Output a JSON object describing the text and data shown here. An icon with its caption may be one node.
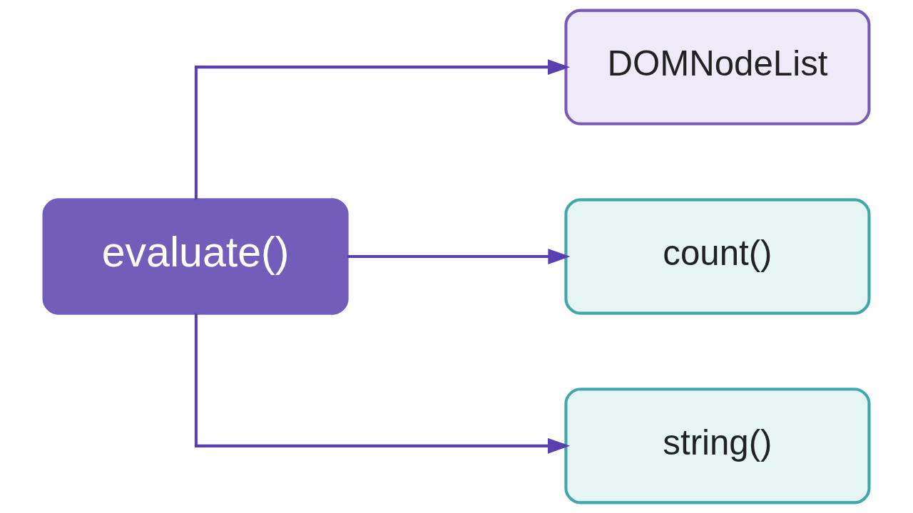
{
  "diagram": {
    "nodes": [
      {
        "text": [
          "evaluate()"
        ]
      },
      {
        "text": [
          "DOMNodeList"
        ]
      },
      {
        "text": [
          "count()"
        ]
      },
      {
        "text": [
          "string()"
        ]
      }
    ],
    "edges": [
      {
        "from": 0,
        "to": 1,
        "arrow": "to"
      },
      {
        "from": 0,
        "to": 2,
        "arrow": "to"
      },
      {
        "from": 0,
        "to": 3,
        "arrow": "to"
      }
    ]
  }
}
